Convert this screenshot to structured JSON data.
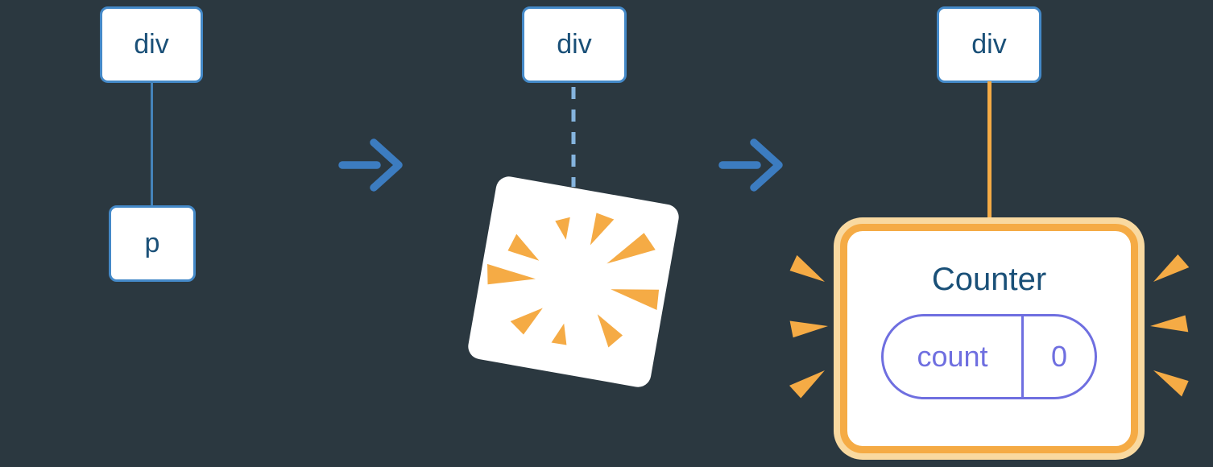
{
  "stages": {
    "before": {
      "parent_label": "div",
      "child_label": "p"
    },
    "during": {
      "parent_label": "div"
    },
    "after": {
      "parent_label": "div",
      "component": {
        "title": "Counter",
        "state_key": "count",
        "state_value": "0"
      }
    }
  },
  "colors": {
    "background": "#2b3840",
    "node_border": "#4489c8",
    "node_text": "#1a5078",
    "connector_blue": "#4583ba",
    "connector_dashed": "#85b4de",
    "arrow": "#3c7cc0",
    "orange": "#f5ab45",
    "orange_light": "#f9d9a0",
    "purple": "#6f6fe0"
  }
}
